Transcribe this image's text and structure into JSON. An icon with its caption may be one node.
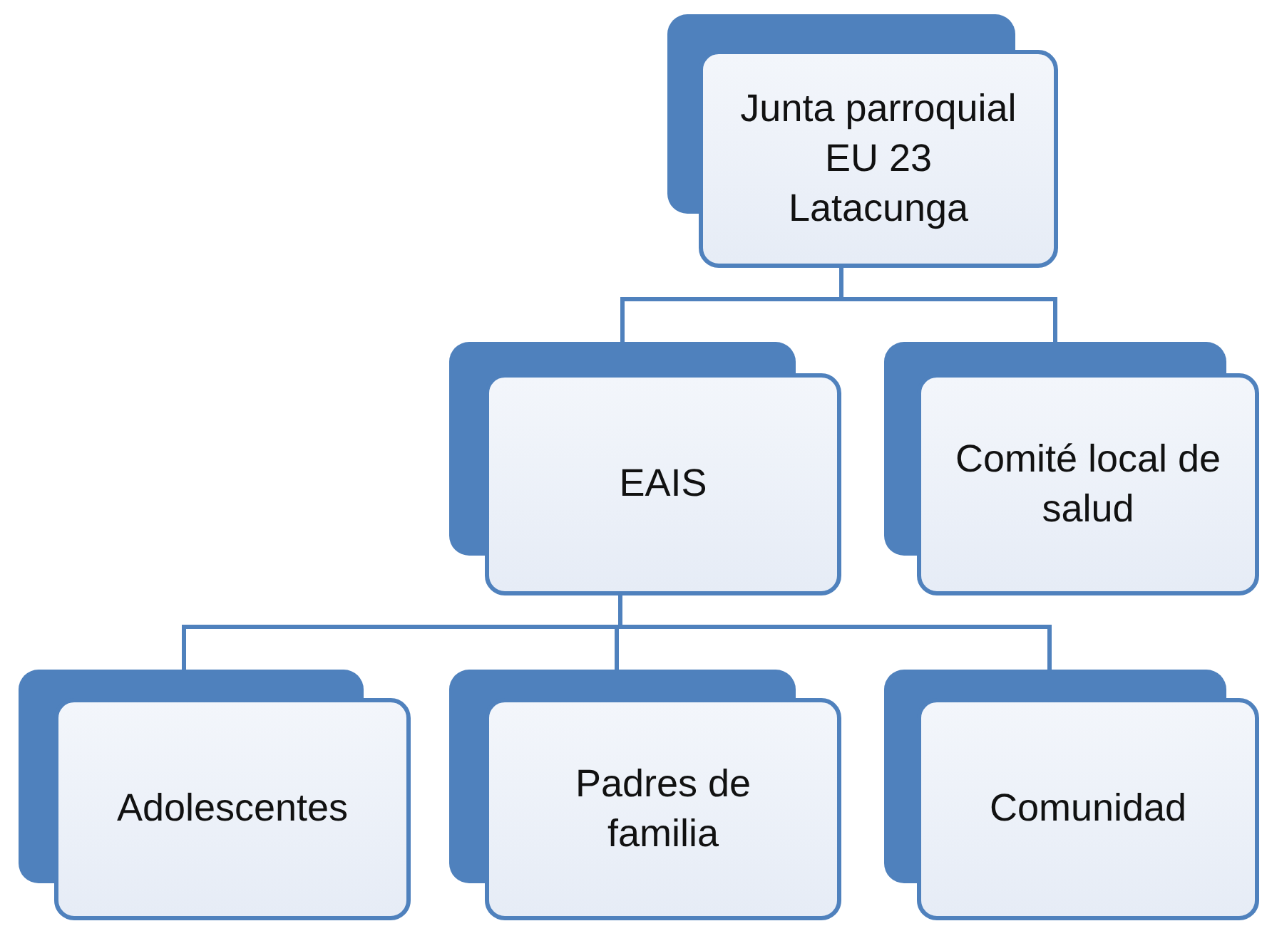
{
  "diagram": {
    "nodes": [
      {
        "text": [
          "Junta parroquial EU 23 Latacunga"
        ]
      },
      {
        "text": [
          "EAIS"
        ]
      },
      {
        "text": [
          "Comité local de salud"
        ]
      },
      {
        "text": [
          "Adolescentes"
        ]
      },
      {
        "text": [
          "Padres de familia"
        ]
      },
      {
        "text": [
          "Comunidad"
        ]
      }
    ],
    "edges": [
      {
        "from": 0,
        "to": 1,
        "arrow": "none"
      },
      {
        "from": 0,
        "to": 2,
        "arrow": "none"
      },
      {
        "from": 1,
        "to": 3,
        "arrow": "none"
      },
      {
        "from": 1,
        "to": 4,
        "arrow": "none"
      },
      {
        "from": 1,
        "to": 5,
        "arrow": "none"
      }
    ]
  }
}
